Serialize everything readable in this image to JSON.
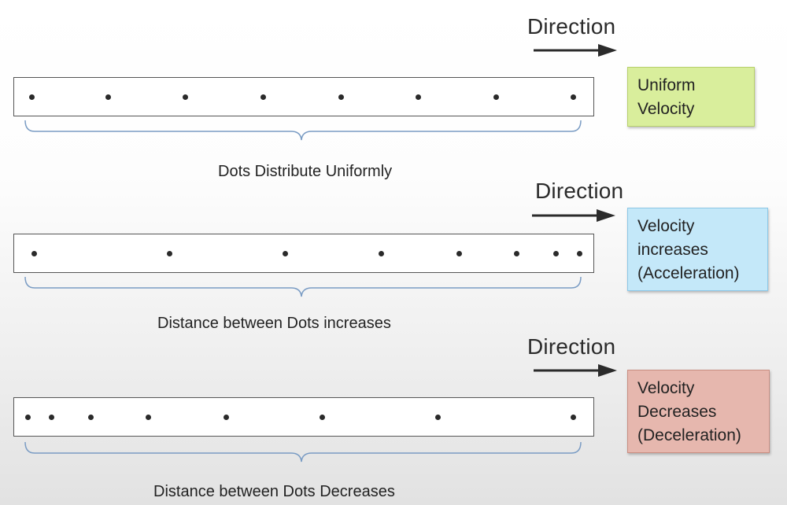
{
  "colors": {
    "uniform_fill": "#d9ee9c",
    "uniform_border": "#b7d06a",
    "accel_fill": "#c4e8f9",
    "accel_border": "#8cc7e6",
    "decel_fill": "#e6b7ae",
    "decel_border": "#c98e82",
    "line": "#555555",
    "brace": "#7a9cc4",
    "arrow": "#2b2b2b"
  },
  "panels": [
    {
      "direction_label": "Direction",
      "caption": "Dots Distribute Uniformly",
      "box_lines": [
        "Uniform",
        "Velocity"
      ],
      "dot_positions": [
        0.03,
        0.163,
        0.296,
        0.43,
        0.564,
        0.698,
        0.832,
        0.966
      ]
    },
    {
      "direction_label": "Direction",
      "caption": "Distance between Dots increases",
      "box_lines": [
        "Velocity",
        "increases",
        "(Acceleration)"
      ],
      "dot_positions": [
        0.035,
        0.268,
        0.468,
        0.634,
        0.768,
        0.868,
        0.935,
        0.976
      ]
    },
    {
      "direction_label": "Direction",
      "caption": "Distance between Dots Decreases",
      "box_lines": [
        "Velocity",
        "Decreases",
        "(Deceleration)"
      ],
      "dot_positions": [
        0.024,
        0.065,
        0.132,
        0.232,
        0.366,
        0.532,
        0.732,
        0.966
      ]
    }
  ]
}
